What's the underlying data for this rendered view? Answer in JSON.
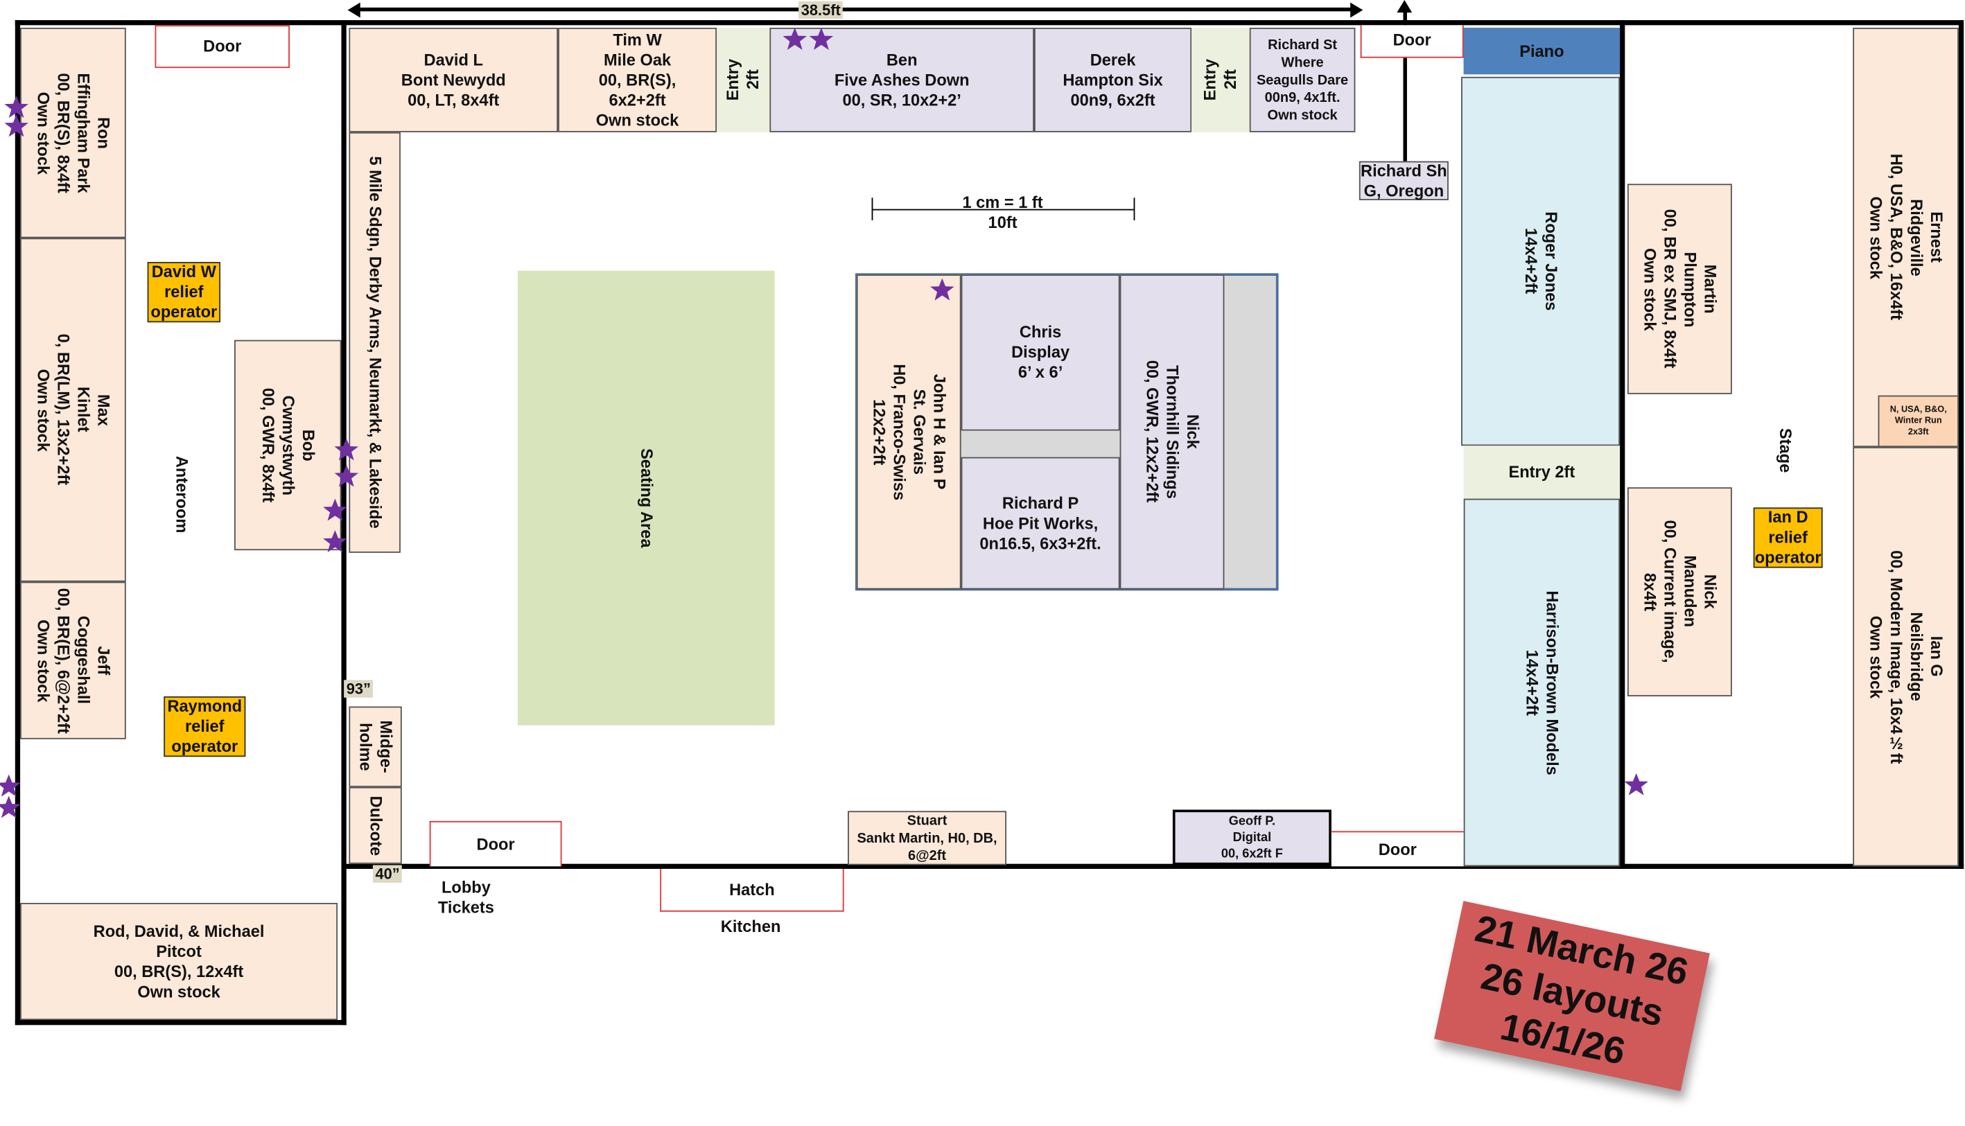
{
  "dimension_top": "38.5ft",
  "scale": {
    "label": "1 cm = 1 ft",
    "length": "10ft"
  },
  "rooms": {
    "anteroom": "Anteroom",
    "seating": "Seating Area",
    "stage": "Stage",
    "lobby": "Lobby\nTickets",
    "kitchen": "Kitchen"
  },
  "doors": {
    "anteroom_top": "Door",
    "top_right": "Door",
    "bottom_left": "Door",
    "bottom_right": "Door",
    "hatch": "Hatch"
  },
  "entries": {
    "top1": "Entry\n2ft",
    "top2": "Entry\n2ft",
    "right": "Entry 2ft"
  },
  "gaps": {
    "g93": "93”",
    "g40": "40”"
  },
  "piano": "Piano",
  "relief": {
    "david_w": "David W\nrelief\noperator",
    "raymond": "Raymond\nrelief\noperator",
    "ian_d": "Ian D\nrelief\noperator"
  },
  "layouts": {
    "ron": "Ron\nEffingham Park\n00, BR(S), 8x4ft\nOwn stock",
    "max": "Max\nKinlet\n0, BR(LM), 13x2+2ft\nOwn stock",
    "jeff": "Jeff\nCoggeshall\n00, BR(E), 6@2+2ft\nOwn stock",
    "bob": "Bob\nCwmystwyth\n00, GWR, 8x4ft",
    "rod": "Rod, David, & Michael\nPitcot\n00, BR(S), 12x4ft\nOwn stock",
    "david_l": "David L\nBont Newydd\n00, LT, 8x4ft",
    "tim_w": "Tim W\nMile Oak\n00, BR(S),\n6x2+2ft\nOwn stock",
    "ben": "Ben\nFive Ashes Down\n00, SR, 10x2+2’",
    "derek": "Derek\nHampton Six\n00n9, 6x2ft",
    "richard_st": "Richard St\nWhere\nSeagulls Dare\n00n9, 4x1ft.\nOwn stock",
    "richard_sh": "Richard Sh\nG, Oregon",
    "five_mile": "5 Mile Sdgn, Derby Arms, Neumarkt, & Lakeside",
    "midgeholme": "Midge-\nholme",
    "dulcote": "Dulcote",
    "stuart": "Stuart\nSankt Martin, H0, DB,\n6@2ft",
    "geoff": "Geoff P.\nDigital\n00, 6x2ft F",
    "john_ian": "John H & Ian P\nSt. Gervais\nH0, Franco-Swiss\n12x2+2ft",
    "chris": "Chris\nDisplay\n6’ x 6’",
    "richard_p": "Richard P\nHoe Pit Works,\n0n16.5, 6x3+2ft.",
    "nick_t": "Nick\nThornhill Sidings\n00, GWR, 12x2+2ft",
    "roger": "Roger Jones\n14x4+2ft",
    "harrison": "Harrison-Brown Models\n14x4+2ft",
    "martin": "Martin\nPlumpton\n00, BR ex SMJ, 8x4ft\nOwn stock",
    "nick_m": "Nick\nManuden\n00, Current image,\n8x4ft",
    "ernest": "Ernest\nRidgeville\nH0, USA, B&O, 16x4ft\nOwn stock",
    "winter_run": "N, USA, B&O,\nWinter Run\n2x3ft",
    "ian_g": "Ian G\nNeilsbridge\n00, Modern Image, 16x4½ft\nOwn stock"
  },
  "note": "21 March 26\n26 layouts\n16/1/26",
  "colors": {
    "layout": "#fde9d9",
    "digital": "#e4dfec",
    "entry": "#ebf1de",
    "trade": "#daeef3",
    "piano": "#4f81bd",
    "relief": "#ffc000",
    "seating": "#d8e4bc",
    "star": "#7030a0",
    "note": "#d05a5a"
  },
  "star_icon": "star-icon"
}
